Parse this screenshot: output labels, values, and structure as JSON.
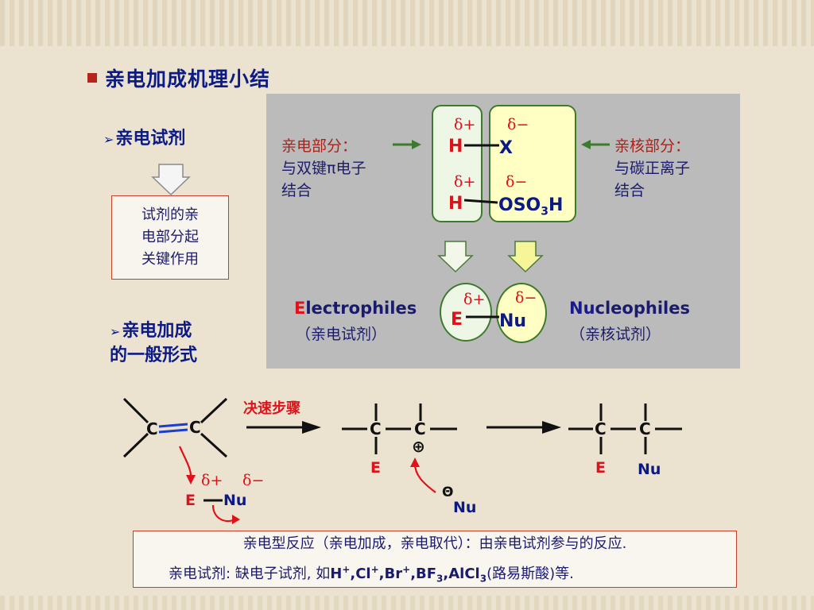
{
  "slide": {
    "title": "亲电加成机理小结",
    "section1_label": "亲电试剂",
    "note_lines": [
      "试剂的亲",
      "电部分起",
      "关键作用"
    ],
    "section2_lines": [
      "亲电加成",
      "的一般形式"
    ]
  },
  "diagram": {
    "left_text": {
      "line1": "亲电部分：",
      "line2": "与双键π电子",
      "line3": "结合"
    },
    "right_text": {
      "line1": "亲核部分：",
      "line2": "与碳正离子",
      "line3": "结合"
    },
    "delta_plus": "δ+",
    "delta_minus": "δ−",
    "H": "H",
    "X": "X",
    "OSO3H": {
      "prefix": "OSO",
      "sub": "3",
      "suffix": "H"
    },
    "E": "E",
    "Nu": "Nu",
    "electrophiles": {
      "initial": "E",
      "rest": "lectrophiles",
      "cn": "（亲电试剂）"
    },
    "nucleophiles": {
      "initial": "Nu",
      "rest": "cleophiles",
      "cn": "（亲核试剂）"
    }
  },
  "mechanism": {
    "step_label": "决速步骤",
    "C": "C",
    "E": "E",
    "Nu": "Nu",
    "plus": "⊕",
    "minus": "Θ",
    "delta_plus": "δ+",
    "delta_minus": "δ−"
  },
  "summary": {
    "line1": "亲电型反应（亲电加成，亲电取代）：由亲电试剂参与的反应.",
    "line2_prefix": "亲电试剂:  缺电子试剂, 如",
    "species": [
      {
        "base": "H",
        "sup": "+",
        "sep": ","
      },
      {
        "base": "Cl",
        "sup": "+",
        "sep": ","
      },
      {
        "base": "Br",
        "sup": "+",
        "sep": ","
      },
      {
        "base": "BF",
        "sub": "3",
        "sep": ","
      },
      {
        "base": "AlCl",
        "sub": "3",
        "sep": ""
      }
    ],
    "line2_suffix": "(路易斯酸)等."
  },
  "colors": {
    "title": "#0b1a86",
    "accent_red": "#e0111a",
    "box_border": "#c4402c",
    "green_arrow": "#3d7a2d",
    "panel": "#bbbbbb"
  }
}
